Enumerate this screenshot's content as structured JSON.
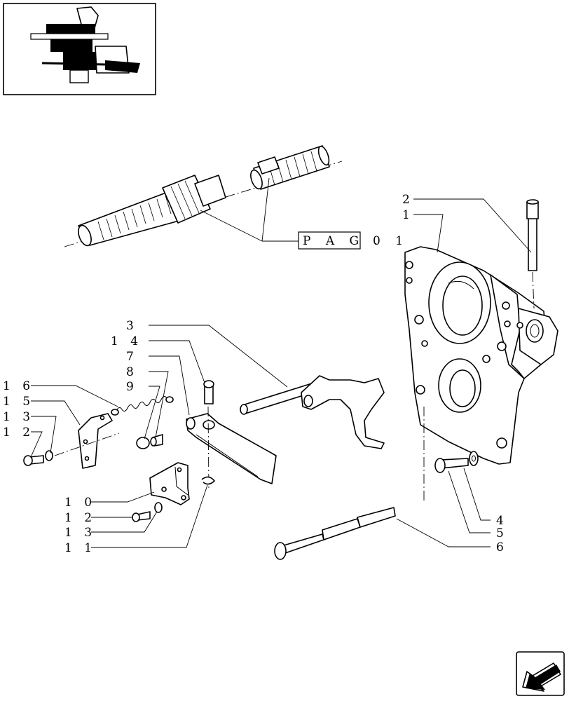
{
  "reference": {
    "prefix": "P A G .",
    "page": "0 1"
  },
  "labels": {
    "1": "1",
    "2": "2",
    "3": "3",
    "4": "4",
    "5": "5",
    "6": "6",
    "7": "7",
    "8": "8",
    "9": "9",
    "10": "1 0",
    "11": "1 1",
    "12a": "1 2",
    "12b": "1 2",
    "13a": "1 3",
    "13b": "1 3",
    "14": "1 4",
    "15": "1 5",
    "16": "1 6"
  }
}
